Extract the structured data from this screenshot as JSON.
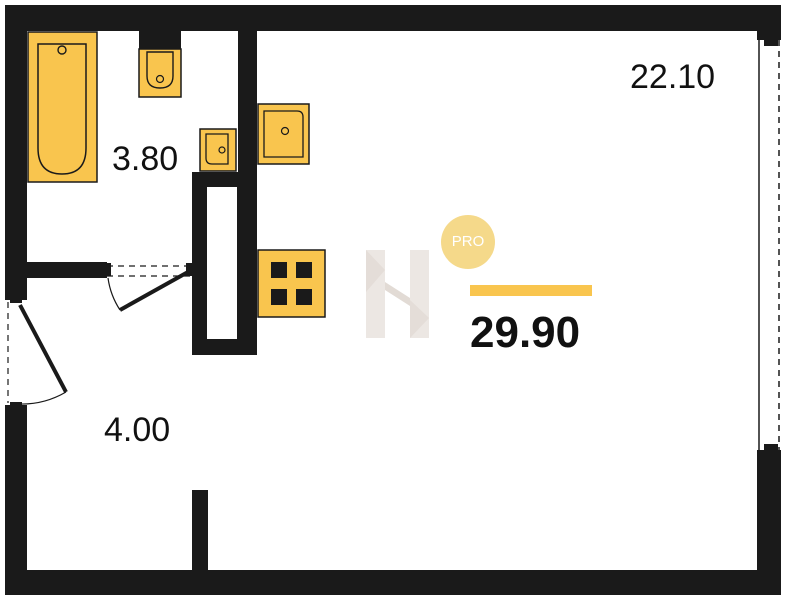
{
  "plan": {
    "rooms": [
      {
        "id": "bathroom",
        "area_label": "3.80"
      },
      {
        "id": "hallway",
        "area_label": "4.00"
      },
      {
        "id": "living",
        "area_label": "22.10"
      }
    ],
    "total_area": "29.90",
    "brand_badge": "PRO",
    "colors": {
      "wall": "#1a1a1a",
      "fixture_fill": "#f9c54e",
      "accent_bar": "#f9c54e",
      "badge": "#f5d98a",
      "logo": "#ece7e3"
    },
    "icons": [
      "bathtub-icon",
      "toilet-icon",
      "sink-icon",
      "stove-icon",
      "door-icon",
      "window-icon",
      "logo-icon"
    ]
  }
}
